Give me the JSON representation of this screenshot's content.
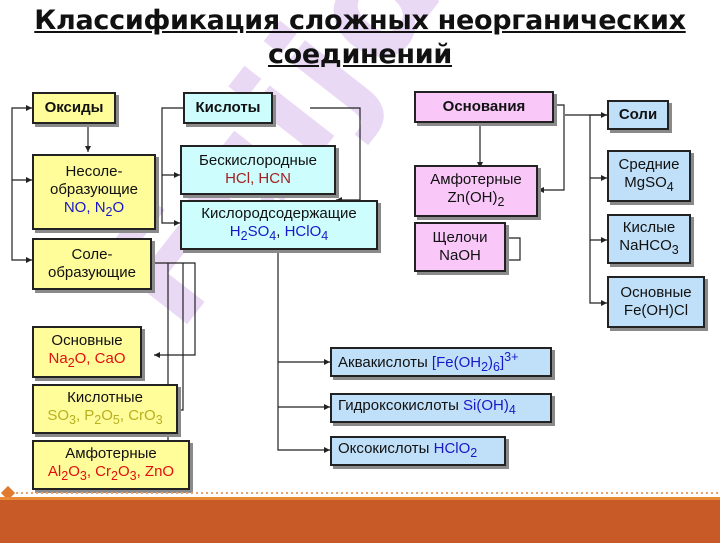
{
  "title": "Классификация сложных неорганических соединений",
  "watermark": "Fuijdu24",
  "oxides": {
    "header": "Оксиды",
    "nonsalt_l1": "Несоле-",
    "nonsalt_l2": "образующие",
    "nonsalt_ex": [
      "NO",
      ", ",
      "N",
      "2",
      "O"
    ],
    "salt_l1": "Соле-",
    "salt_l2": "образующие",
    "basic_label": "Основные",
    "acidic_label": "Кислотные",
    "amph_label": "Амфотерные"
  },
  "acids": {
    "header": "Кислоты",
    "oxygenfree_label": "Бескислородные",
    "oxygenfree_ex": "HCl, HCN",
    "oxygen_label": "Кислородсодержащие",
    "aqua_label": "Аквакислоты",
    "hydroxo_label": "Гидроксокислоты",
    "oxo_label": "Оксокислоты"
  },
  "bases": {
    "header": "Основания",
    "amph_label": "Амфотерные",
    "alkali_label": "Щелочи",
    "alkali_ex": "NaOH"
  },
  "salts": {
    "header": "Соли",
    "middle_label": "Средние",
    "acid_label": "Кислые",
    "basic_label": "Основные",
    "basic_ex": "Fe(OH)Cl"
  },
  "colors": {
    "footer": "#c85a28",
    "yellow": "#fffc9a",
    "cyan": "#cdfdfd",
    "pink": "#f9c8f9",
    "blue": "#bfe0f8"
  }
}
